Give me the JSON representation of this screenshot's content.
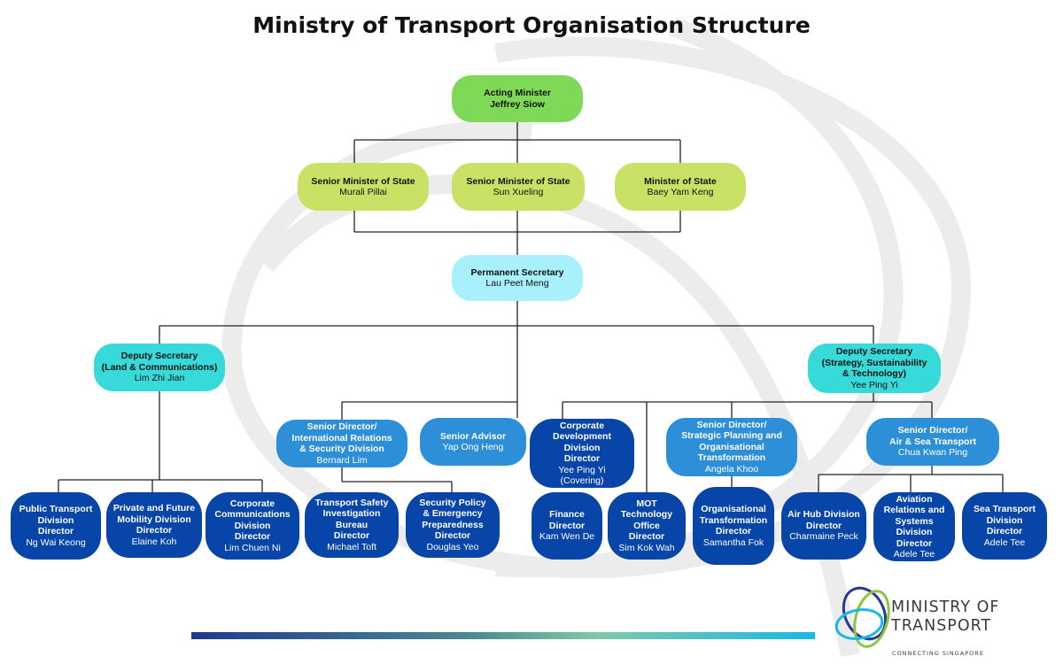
{
  "title": "Ministry of Transport Organisation Structure",
  "nodes": {
    "minister": {
      "title": "Acting Minister\nJeffrey Siow",
      "name": ""
    },
    "sms1": {
      "title": "Senior Minister of State",
      "name": "Murali Pillai"
    },
    "sms2": {
      "title": "Senior Minister of State",
      "name": "Sun Xueling"
    },
    "mos": {
      "title": "Minister of State",
      "name": "Baey Yam Keng"
    },
    "permsec": {
      "title": "Permanent Secretary",
      "name": "Lau Peet Meng"
    },
    "ds_land": {
      "title": "Deputy Secretary\n(Land & Communications)",
      "name": "Lim Zhi Jian"
    },
    "ds_strategy": {
      "title": "Deputy Secretary\n(Strategy, Sustainability\n& Technology)",
      "name": "Yee Ping Yi"
    },
    "sd_irsd": {
      "title": "Senior Director/\nInternational Relations\n& Security Division",
      "name": "Bernard Lim"
    },
    "advisor": {
      "title": "Senior Advisor",
      "name": "Yap Ong Heng"
    },
    "cdd": {
      "title": "Corporate\nDevelopment\nDivision\nDirector",
      "name": "Yee Ping Yi\n(Covering)"
    },
    "sd_spot": {
      "title": "Senior Director/\nStrategic Planning and\nOrganisational\nTransformation",
      "name": "Angela Khoo"
    },
    "sd_ast": {
      "title": "Senior Director/\nAir & Sea Transport",
      "name": "Chua Kwan Ping"
    },
    "ptd": {
      "title": "Public Transport\nDivision\nDirector",
      "name": "Ng Wai Keong"
    },
    "pfmd": {
      "title": "Private and Future\nMobility Division\nDirector",
      "name": "Elaine Koh"
    },
    "ccd": {
      "title": "Corporate\nCommunications\nDivision\nDirector",
      "name": "Lim Chuen Ni"
    },
    "tsib": {
      "title": "Transport Safety\nInvestigation\nBureau\nDirector",
      "name": "Michael Toft"
    },
    "spep": {
      "title": "Security Policy\n& Emergency\nPreparedness\nDirector",
      "name": "Douglas Yeo"
    },
    "finance": {
      "title": "Finance\nDirector",
      "name": "Kam Wen De"
    },
    "mto": {
      "title": "MOT\nTechnology\nOffice\nDirector",
      "name": "Sim Kok Wah"
    },
    "otd": {
      "title": "Organisational\nTransformation\nDirector",
      "name": "Samantha Fok"
    },
    "ahd": {
      "title": "Air Hub Division\nDirector",
      "name": "Charmaine Peck"
    },
    "arsd": {
      "title": "Aviation\nRelations and\nSystems\nDivision\nDirector",
      "name": "Adele Tee"
    },
    "std": {
      "title": "Sea Transport\nDivision\nDirector",
      "name": "Adele Tee"
    }
  },
  "logo": {
    "line1": "MINISTRY OF",
    "line2": "TRANSPORT",
    "tagline": "CONNECTING SINGAPORE"
  },
  "colors": {
    "minister": "#7ed957",
    "ministers_of_state": "#c9e265",
    "permanent_secretary": "#a8f0fb",
    "deputy_secretary": "#38d9d9",
    "senior_director": "#2e8fd9",
    "director": "#0845a8"
  }
}
